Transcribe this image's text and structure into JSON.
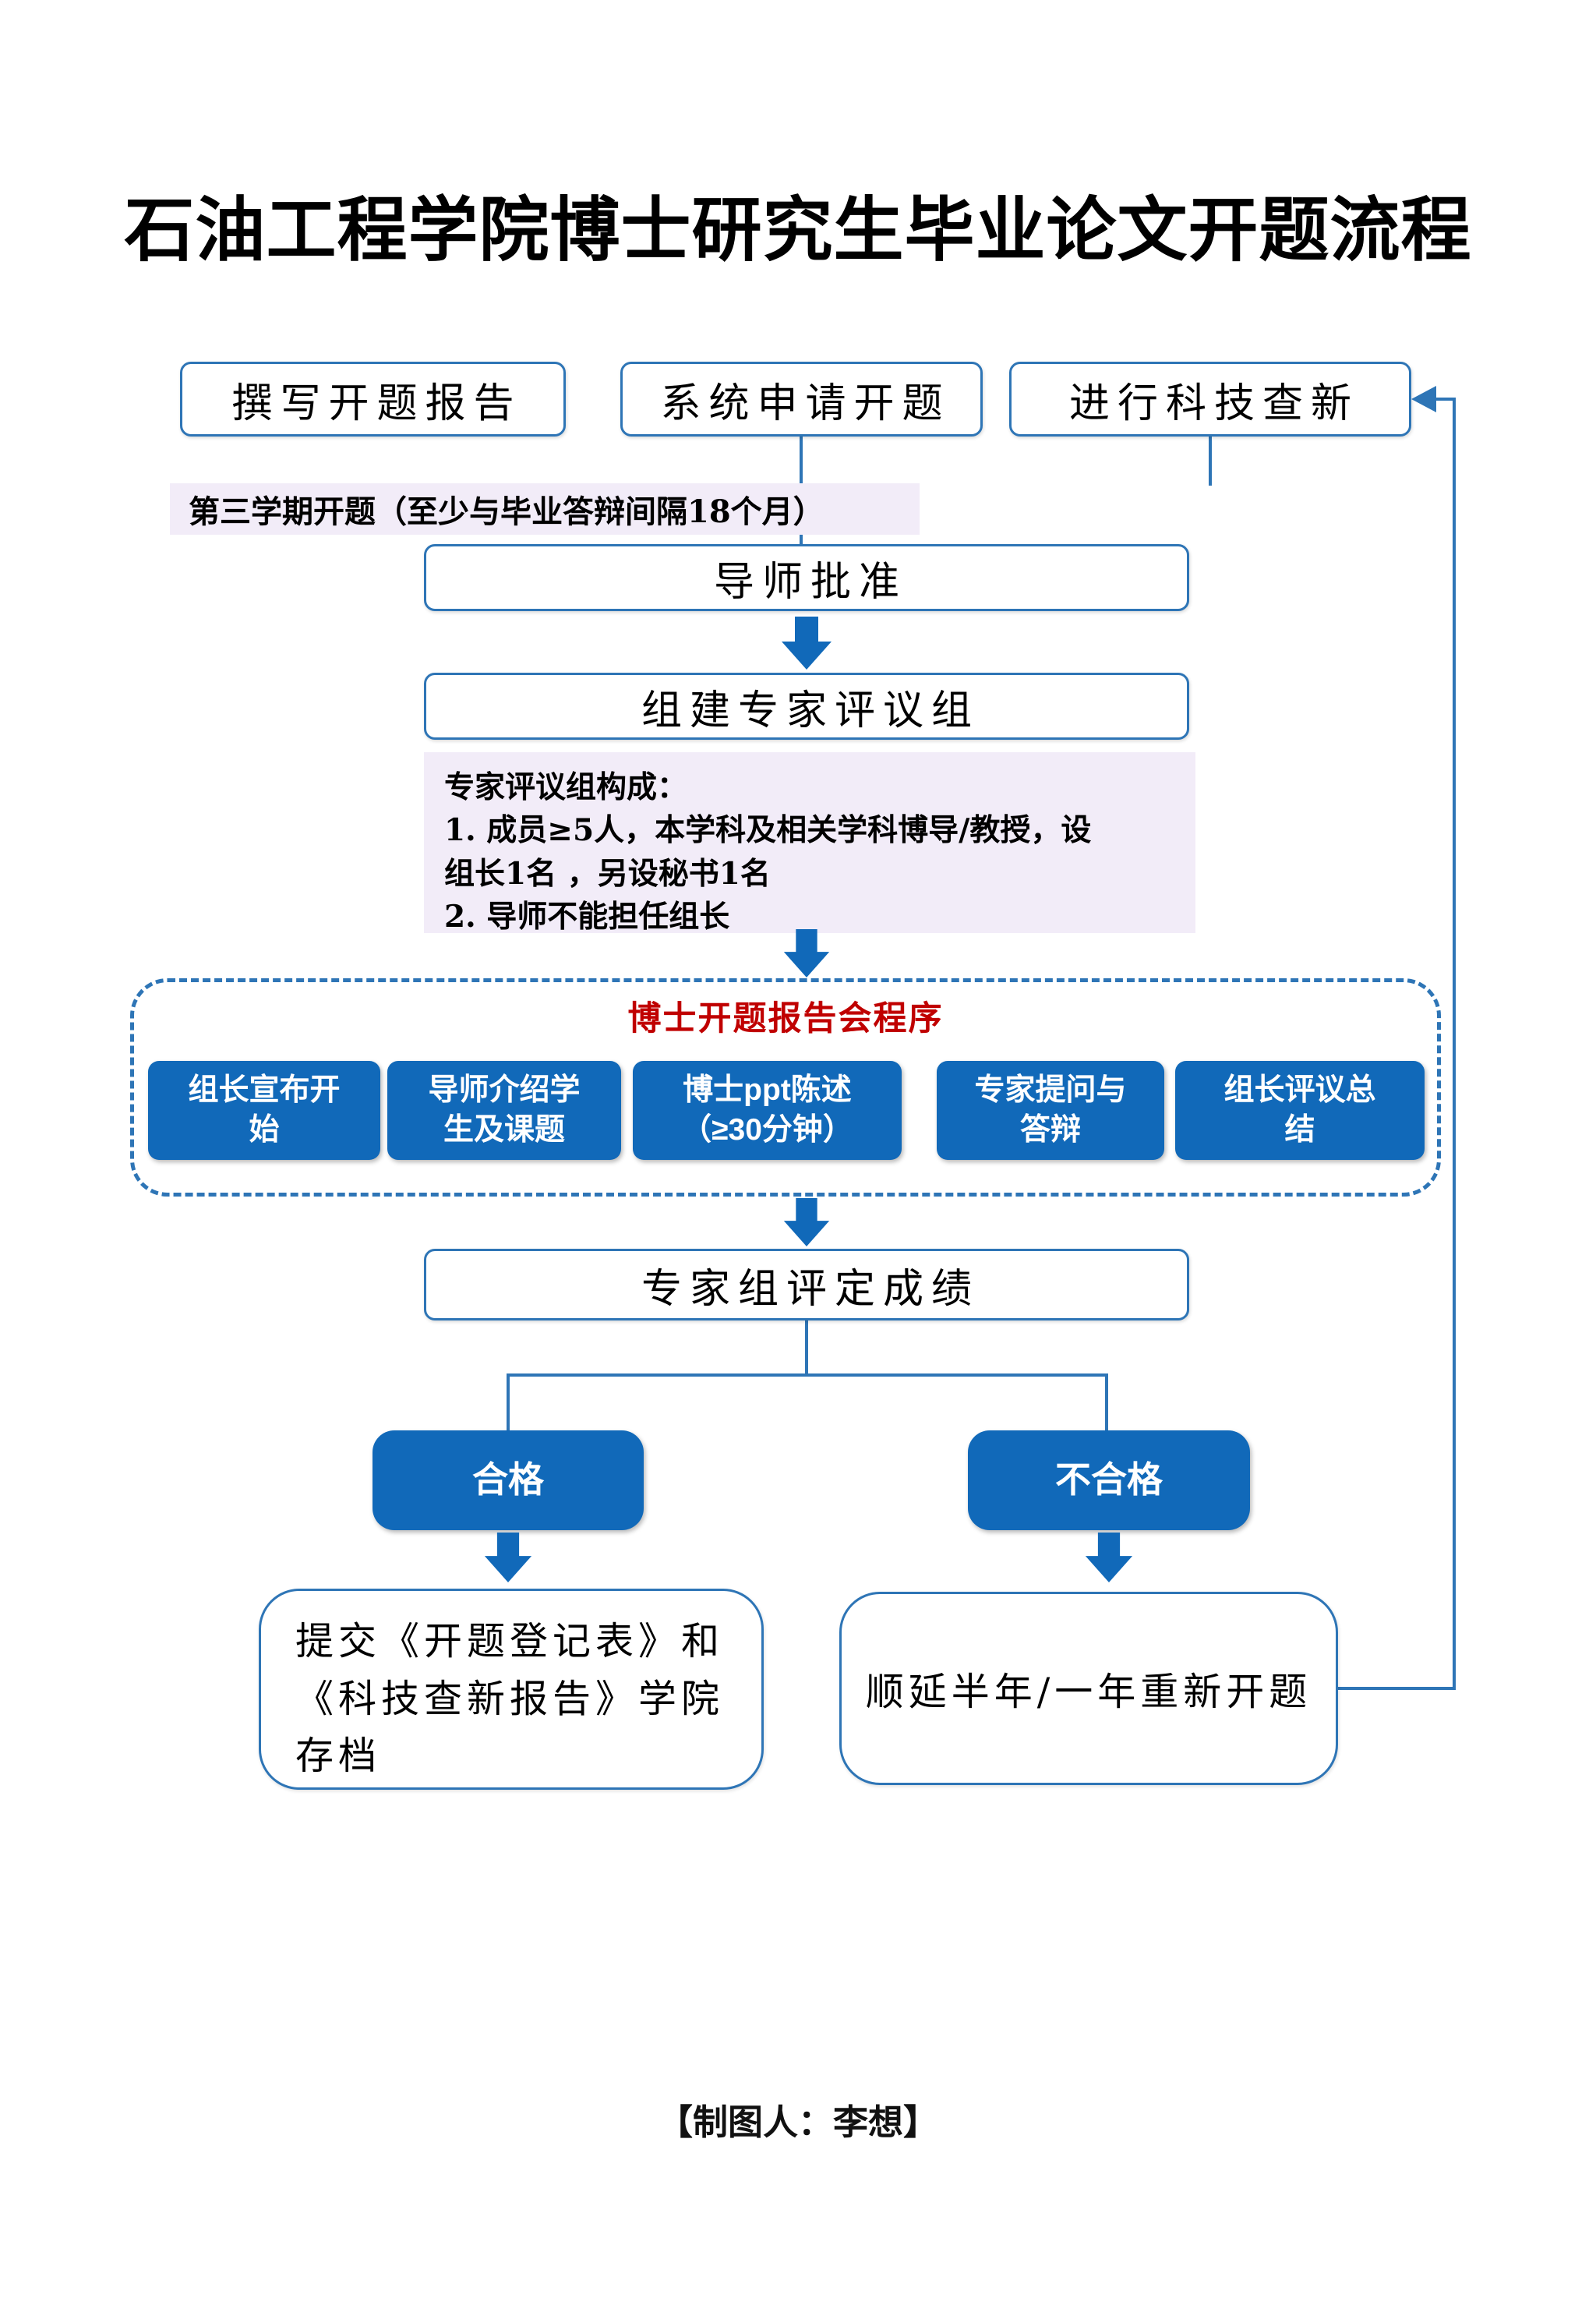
{
  "colors": {
    "accent": "#2E75B6",
    "fill": "#1169B9",
    "note_bg": "#F2ECF8",
    "red": "#C00000"
  },
  "header": {
    "title": "石油工程学院博士研究生毕业论文开题流程"
  },
  "top_row": {
    "write_report": "撰写开题报告",
    "system_apply": "系统申请开题",
    "novelty_search": "进行科技查新"
  },
  "notes": {
    "semester": "第三学期开题（至少与毕业答辩间隔18个月）",
    "panel_composition": "专家评议组构成：\n1.  成员≥5人，本学科及相关学科博导/教授，设\n组长1名 ，另设秘书1名\n2.  导师不能担任组长"
  },
  "flow": {
    "advisor_approval": "导师批准",
    "form_expert_panel": "组建专家评议组",
    "grade_assessment": "专家组评定成绩",
    "pass": "合格",
    "fail": "不合格",
    "pass_result": "提交《开题登记表》和\n《科技查新报告》学院\n存档",
    "fail_result": "顺延半年/一年重新开题"
  },
  "meeting": {
    "title": "博士开题报告会程序",
    "steps": [
      "组长宣布开\n始",
      "导师介绍学\n生及课题",
      "博士ppt陈述\n（≥30分钟）",
      "专家提问与\n答辩",
      "组长评议总\n结"
    ]
  },
  "footer": {
    "credit": "【制图人：李想】"
  }
}
